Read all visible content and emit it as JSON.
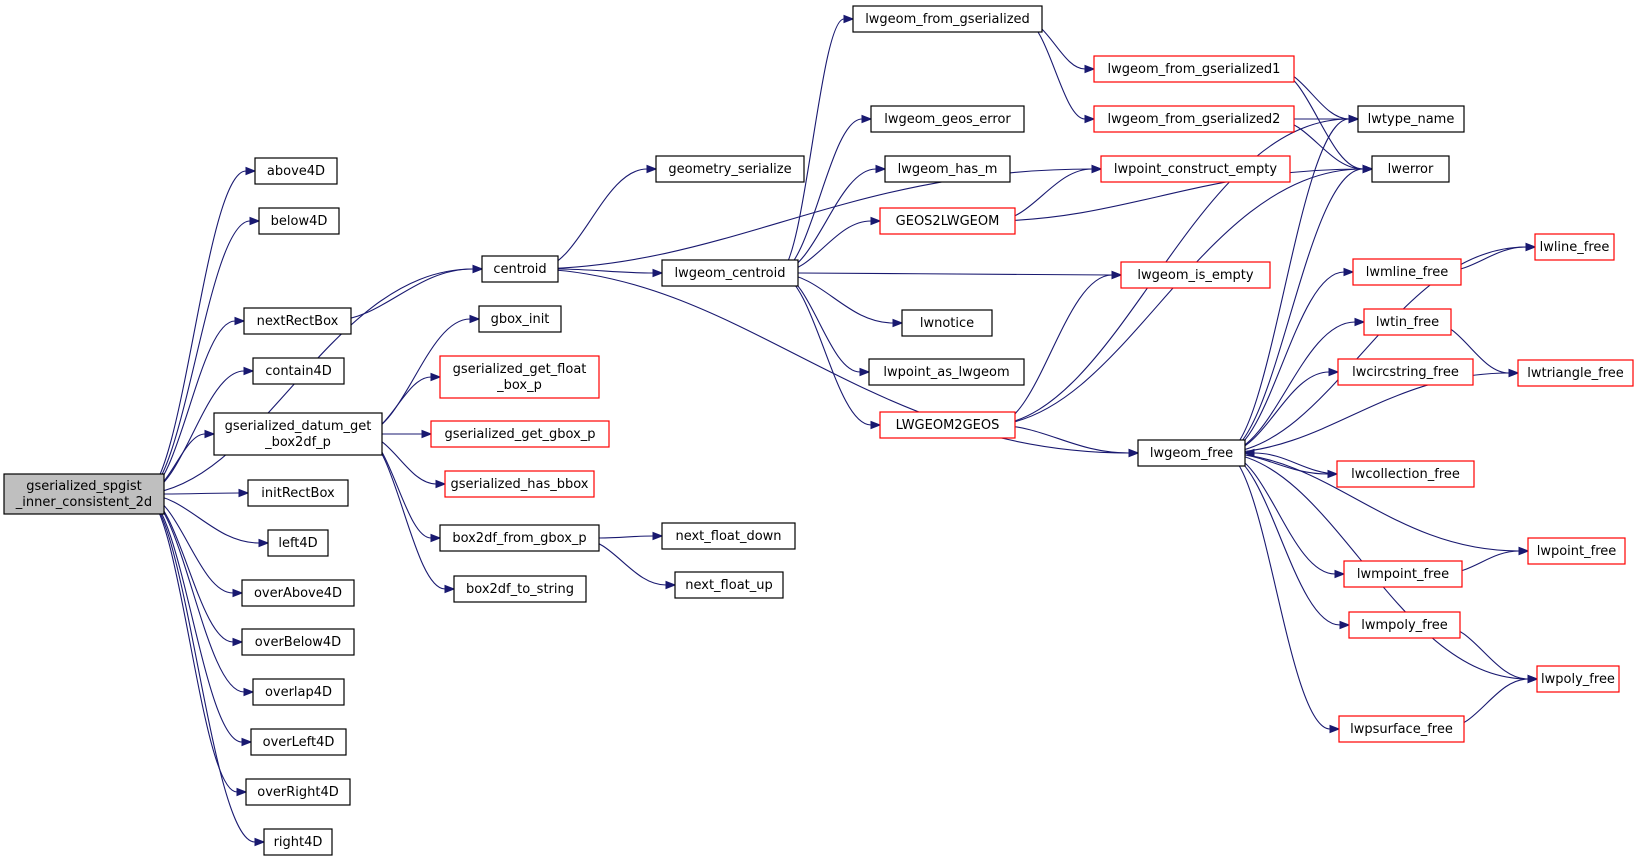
{
  "colors": {
    "edge": "#191970",
    "normal_border": "#000000",
    "red_border": "#ff0000",
    "root_fill": "#bfbfbf"
  },
  "nodes": [
    {
      "id": "root",
      "lines": [
        "gserialized_spgist",
        "_inner_consistent_2d"
      ]
    },
    {
      "id": "above4D",
      "lines": [
        "above4D"
      ]
    },
    {
      "id": "below4D",
      "lines": [
        "below4D"
      ]
    },
    {
      "id": "nextRectBox",
      "lines": [
        "nextRectBox"
      ]
    },
    {
      "id": "contain4D",
      "lines": [
        "contain4D"
      ]
    },
    {
      "id": "gsdgb",
      "lines": [
        "gserialized_datum_get",
        "_box2df_p"
      ]
    },
    {
      "id": "initRectBox",
      "lines": [
        "initRectBox"
      ]
    },
    {
      "id": "left4D",
      "lines": [
        "left4D"
      ]
    },
    {
      "id": "overAbove4D",
      "lines": [
        "overAbove4D"
      ]
    },
    {
      "id": "overBelow4D",
      "lines": [
        "overBelow4D"
      ]
    },
    {
      "id": "overlap4D",
      "lines": [
        "overlap4D"
      ]
    },
    {
      "id": "overLeft4D",
      "lines": [
        "overLeft4D"
      ]
    },
    {
      "id": "overRight4D",
      "lines": [
        "overRight4D"
      ]
    },
    {
      "id": "right4D",
      "lines": [
        "right4D"
      ]
    },
    {
      "id": "centroid",
      "lines": [
        "centroid"
      ]
    },
    {
      "id": "gbox_init",
      "lines": [
        "gbox_init"
      ]
    },
    {
      "id": "gsgfbp",
      "lines": [
        "gserialized_get_float",
        "_box_p"
      ],
      "red": true
    },
    {
      "id": "gsggp",
      "lines": [
        "gserialized_get_gbox_p"
      ],
      "red": true
    },
    {
      "id": "gshb",
      "lines": [
        "gserialized_has_bbox"
      ],
      "red": true
    },
    {
      "id": "b2dfgb",
      "lines": [
        "box2df_from_gbox_p"
      ]
    },
    {
      "id": "b2dts",
      "lines": [
        "box2df_to_string"
      ]
    },
    {
      "id": "geomser",
      "lines": [
        "geometry_serialize"
      ]
    },
    {
      "id": "lwcentroid",
      "lines": [
        "lwgeom_centroid"
      ]
    },
    {
      "id": "nfdown",
      "lines": [
        "next_float_down"
      ]
    },
    {
      "id": "nfup",
      "lines": [
        "next_float_up"
      ]
    },
    {
      "id": "lwfromgs",
      "lines": [
        "lwgeom_from_gserialized"
      ]
    },
    {
      "id": "lwgeoserr",
      "lines": [
        "lwgeom_geos_error"
      ]
    },
    {
      "id": "lwhasm",
      "lines": [
        "lwgeom_has_m"
      ]
    },
    {
      "id": "geos2lw",
      "lines": [
        "GEOS2LWGEOM"
      ],
      "red": true
    },
    {
      "id": "lwnotice",
      "lines": [
        "lwnotice"
      ]
    },
    {
      "id": "lwptaslw",
      "lines": [
        "lwpoint_as_lwgeom"
      ]
    },
    {
      "id": "lw2geos",
      "lines": [
        "LWGEOM2GEOS"
      ],
      "red": true
    },
    {
      "id": "lwfromgs1",
      "lines": [
        "lwgeom_from_gserialized1"
      ],
      "red": true
    },
    {
      "id": "lwfromgs2",
      "lines": [
        "lwgeom_from_gserialized2"
      ],
      "red": true
    },
    {
      "id": "lwptce",
      "lines": [
        "lwpoint_construct_empty"
      ],
      "red": true
    },
    {
      "id": "lwisempty",
      "lines": [
        "lwgeom_is_empty"
      ],
      "red": true
    },
    {
      "id": "lwfree",
      "lines": [
        "lwgeom_free"
      ]
    },
    {
      "id": "lwtype",
      "lines": [
        "lwtype_name"
      ]
    },
    {
      "id": "lwerror",
      "lines": [
        "lwerror"
      ]
    },
    {
      "id": "lwmlinefree",
      "lines": [
        "lwmline_free"
      ],
      "red": true
    },
    {
      "id": "lwtinfree",
      "lines": [
        "lwtin_free"
      ],
      "red": true
    },
    {
      "id": "lwcircfree",
      "lines": [
        "lwcircstring_free"
      ],
      "red": true
    },
    {
      "id": "lwcollfree",
      "lines": [
        "lwcollection_free"
      ],
      "red": true
    },
    {
      "id": "lwmptfree",
      "lines": [
        "lwmpoint_free"
      ],
      "red": true
    },
    {
      "id": "lwmpolyfree",
      "lines": [
        "lwmpoly_free"
      ],
      "red": true
    },
    {
      "id": "lwpsurffree",
      "lines": [
        "lwpsurface_free"
      ],
      "red": true
    },
    {
      "id": "lwlinefree",
      "lines": [
        "lwline_free"
      ],
      "red": true
    },
    {
      "id": "lwtrifree",
      "lines": [
        "lwtriangle_free"
      ],
      "red": true
    },
    {
      "id": "lwptfree",
      "lines": [
        "lwpoint_free"
      ],
      "red": true
    },
    {
      "id": "lwpolyfree",
      "lines": [
        "lwpoly_free"
      ],
      "red": true
    }
  ],
  "edges": [
    [
      "root",
      "above4D"
    ],
    [
      "root",
      "below4D"
    ],
    [
      "root",
      "centroid"
    ],
    [
      "root",
      "nextRectBox"
    ],
    [
      "root",
      "contain4D"
    ],
    [
      "root",
      "gsdgb"
    ],
    [
      "root",
      "initRectBox"
    ],
    [
      "root",
      "left4D"
    ],
    [
      "root",
      "overAbove4D"
    ],
    [
      "root",
      "overBelow4D"
    ],
    [
      "root",
      "overlap4D"
    ],
    [
      "root",
      "overLeft4D"
    ],
    [
      "root",
      "overRight4D"
    ],
    [
      "root",
      "right4D"
    ],
    [
      "nextRectBox",
      "centroid"
    ],
    [
      "centroid",
      "geomser"
    ],
    [
      "centroid",
      "lwcentroid"
    ],
    [
      "centroid",
      "lwptce"
    ],
    [
      "centroid",
      "lwfree"
    ],
    [
      "gsdgb",
      "gbox_init"
    ],
    [
      "gsdgb",
      "gsgfbp"
    ],
    [
      "gsdgb",
      "gsggp"
    ],
    [
      "gsdgb",
      "gshb"
    ],
    [
      "gsdgb",
      "b2dfgb"
    ],
    [
      "gsdgb",
      "b2dts"
    ],
    [
      "b2dfgb",
      "nfdown"
    ],
    [
      "b2dfgb",
      "nfup"
    ],
    [
      "lwcentroid",
      "lwfromgs"
    ],
    [
      "lwcentroid",
      "lwgeoserr"
    ],
    [
      "lwcentroid",
      "lwhasm"
    ],
    [
      "lwcentroid",
      "geos2lw"
    ],
    [
      "lwcentroid",
      "lwisempty"
    ],
    [
      "lwcentroid",
      "lwnotice"
    ],
    [
      "lwcentroid",
      "lwptaslw"
    ],
    [
      "lwcentroid",
      "lw2geos"
    ],
    [
      "lwfromgs",
      "lwfromgs1"
    ],
    [
      "lwfromgs",
      "lwfromgs2"
    ],
    [
      "lwfromgs1",
      "lwtype"
    ],
    [
      "lwfromgs1",
      "lwerror"
    ],
    [
      "lwfromgs2",
      "lwtype"
    ],
    [
      "lwfromgs2",
      "lwerror"
    ],
    [
      "geos2lw",
      "lwptce"
    ],
    [
      "geos2lw",
      "lwerror"
    ],
    [
      "lw2geos",
      "lwisempty"
    ],
    [
      "lw2geos",
      "lwtype"
    ],
    [
      "lw2geos",
      "lwerror"
    ],
    [
      "lw2geos",
      "lwfree"
    ],
    [
      "lwfree",
      "lwtype"
    ],
    [
      "lwfree",
      "lwerror"
    ],
    [
      "lwfree",
      "lwlinefree"
    ],
    [
      "lwfree",
      "lwmlinefree"
    ],
    [
      "lwfree",
      "lwtinfree"
    ],
    [
      "lwfree",
      "lwtrifree"
    ],
    [
      "lwfree",
      "lwcircfree"
    ],
    [
      "lwfree",
      "lwcollfree"
    ],
    [
      "lwfree",
      "lwptfree"
    ],
    [
      "lwfree",
      "lwmptfree"
    ],
    [
      "lwfree",
      "lwmpolyfree"
    ],
    [
      "lwfree",
      "lwpolyfree"
    ],
    [
      "lwfree",
      "lwpsurffree"
    ],
    [
      "lwmlinefree",
      "lwlinefree"
    ],
    [
      "lwtinfree",
      "lwtrifree"
    ],
    [
      "lwcollfree",
      "lwfree"
    ],
    [
      "lwmptfree",
      "lwptfree"
    ],
    [
      "lwmpolyfree",
      "lwpolyfree"
    ],
    [
      "lwpsurffree",
      "lwpolyfree"
    ]
  ]
}
